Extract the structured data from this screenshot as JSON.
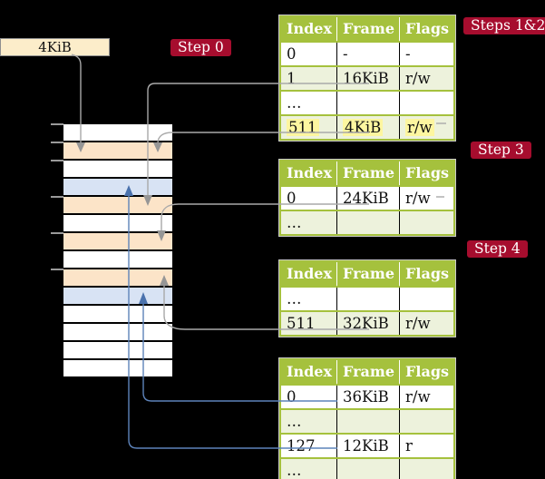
{
  "colors": {
    "bg": "#000000",
    "green": "#a5c13d",
    "green-light": "#edf2dc",
    "yellow": "#fdf6a0",
    "crimson": "#a60d2e",
    "peach": "#fce4c8",
    "blue-row": "#d8e3f4",
    "cream": "#fcedca",
    "gray-line": "#a9a9a9",
    "blue-line": "#5d83ba"
  },
  "frame_box": {
    "label": "4KiB"
  },
  "step_labels": {
    "step0": "Step 0",
    "steps12": "Steps 1&2",
    "step3": "Step 3",
    "step4": "Step 4"
  },
  "memory": {
    "rows": [
      {
        "fill": "white"
      },
      {
        "fill": "peach"
      },
      {
        "fill": "white"
      },
      {
        "fill": "blue"
      },
      {
        "fill": "peach"
      },
      {
        "fill": "white"
      },
      {
        "fill": "peach"
      },
      {
        "fill": "white"
      },
      {
        "fill": "peach"
      },
      {
        "fill": "blue"
      },
      {
        "fill": "white"
      },
      {
        "fill": "white"
      },
      {
        "fill": "white"
      },
      {
        "fill": "white"
      }
    ],
    "ticks_y": [
      136,
      156,
      176,
      216,
      256,
      296
    ]
  },
  "tables": [
    {
      "headers": [
        "Index",
        "Frame",
        "Flags"
      ],
      "rows": [
        {
          "cells": [
            "0",
            "-",
            "-"
          ],
          "shade": false,
          "highlight": false
        },
        {
          "cells": [
            "1",
            "16KiB",
            "r/w"
          ],
          "shade": true,
          "highlight": false
        },
        {
          "cells": [
            "…",
            "",
            ""
          ],
          "shade": false,
          "highlight": false
        },
        {
          "cells": [
            "511",
            "4KiB",
            "r/w"
          ],
          "shade": true,
          "highlight": true
        }
      ]
    },
    {
      "headers": [
        "Index",
        "Frame",
        "Flags"
      ],
      "rows": [
        {
          "cells": [
            "0",
            "24KiB",
            "r/w"
          ],
          "shade": false,
          "highlight": false
        },
        {
          "cells": [
            "…",
            "",
            ""
          ],
          "shade": true,
          "highlight": false
        }
      ]
    },
    {
      "headers": [
        "Index",
        "Frame",
        "Flags"
      ],
      "rows": [
        {
          "cells": [
            "…",
            "",
            ""
          ],
          "shade": false,
          "highlight": false
        },
        {
          "cells": [
            "511",
            "32KiB",
            "r/w"
          ],
          "shade": true,
          "highlight": false
        }
      ]
    },
    {
      "headers": [
        "Index",
        "Frame",
        "Flags"
      ],
      "rows": [
        {
          "cells": [
            "0",
            "36KiB",
            "r/w"
          ],
          "shade": false,
          "highlight": false
        },
        {
          "cells": [
            "…",
            "",
            ""
          ],
          "shade": true,
          "highlight": false
        },
        {
          "cells": [
            "127",
            "12KiB",
            "r"
          ],
          "shade": false,
          "highlight": false
        },
        {
          "cells": [
            "…",
            "",
            ""
          ],
          "shade": true,
          "highlight": false
        }
      ]
    }
  ]
}
